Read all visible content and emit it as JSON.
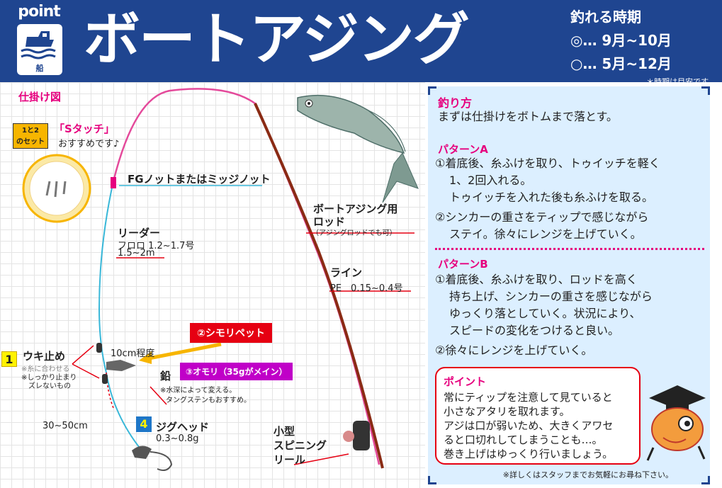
{
  "header": {
    "brand": "point",
    "boat_label": "船",
    "title": "ボートアジング",
    "season_title": "釣れる時期",
    "season_best": "◎… 9月~10月",
    "season_good": "○… 5月~12月",
    "season_note": "＊時期は目安です。"
  },
  "diagram": {
    "title": "仕掛け図",
    "set_badge_line1": "1と2",
    "set_badge_line2": "のセット",
    "s_touch_name": "「Sタッチ」",
    "s_touch_recommend": "おすすめです♪",
    "fg_knot": "FGノットまたはミッジノット",
    "leader_title": "リーダー",
    "leader_spec": "フロロ 1.2~1.7号",
    "leader_length": "1.5~2m",
    "rod_title": "ボートアジング用",
    "rod_title2": "ロッド",
    "rod_note": "（アジングロッドでも可）",
    "line_title": "ライン",
    "line_spec": "PE　0.15~0.4号",
    "shimori": "②シモリペット",
    "float_stop_num": "1",
    "float_stop": "ウキ止め",
    "float_stop_note1": "※糸に合わせる",
    "float_stop_note2": "※しっかり止まり",
    "float_stop_note3": "ズレないもの",
    "ten_cm": "10cm程度",
    "omori": "③オモリ（35gがメイン）",
    "sinker": "鉛",
    "sinker_note1": "※水深によって変える。",
    "sinker_note2": "タングステンもおすすめ。",
    "distance": "30~50cm",
    "jig_num": "4",
    "jig_head": "ジグヘッド",
    "jig_weight": "0.3~0.8g",
    "reel_line1": "小型",
    "reel_line2": "スピニング",
    "reel_line3": "リール"
  },
  "panel": {
    "method_title": "釣り方",
    "method_text": "まずは仕掛けをボトムまで落とす。",
    "pattern_a_title": "パターンA",
    "pattern_a_1": "①着底後、糸ふけを取り、トゥイッチを軽く",
    "pattern_a_2": "1、2回入れる。",
    "pattern_a_3": "トゥイッチを入れた後も糸ふけを取る。",
    "pattern_a_4": "②シンカーの重さをティップで感じながら",
    "pattern_a_5": "ステイ。徐々にレンジを上げていく。",
    "pattern_b_title": "パターンB",
    "pattern_b_1": "①着底後、糸ふけを取り、ロッドを高く",
    "pattern_b_2": "持ち上げ、シンカーの重さを感じながら",
    "pattern_b_3": "ゆっくり落としていく。状況により、",
    "pattern_b_4": "スピードの変化をつけると良い。",
    "pattern_b_5": "②徐々にレンジを上げていく。",
    "point_title": "ポイント",
    "point_1": "常にティップを注意して見ていると",
    "point_2": "小さなアタリを取れます。",
    "point_3": "アジは口が弱いため、大きくアワセ",
    "point_4": "ると口切れしてしまうことも…。",
    "point_5": "巻き上げはゆっくり行いましょう。",
    "footer": "※詳しくはスタッフまでお気軽にお尋ね下さい。"
  },
  "colors": {
    "header_bg": "#1f4590",
    "accent_pink": "#e6007e",
    "panel_bg": "#dcefff",
    "red": "#e60012",
    "yellow": "#f7b500"
  }
}
